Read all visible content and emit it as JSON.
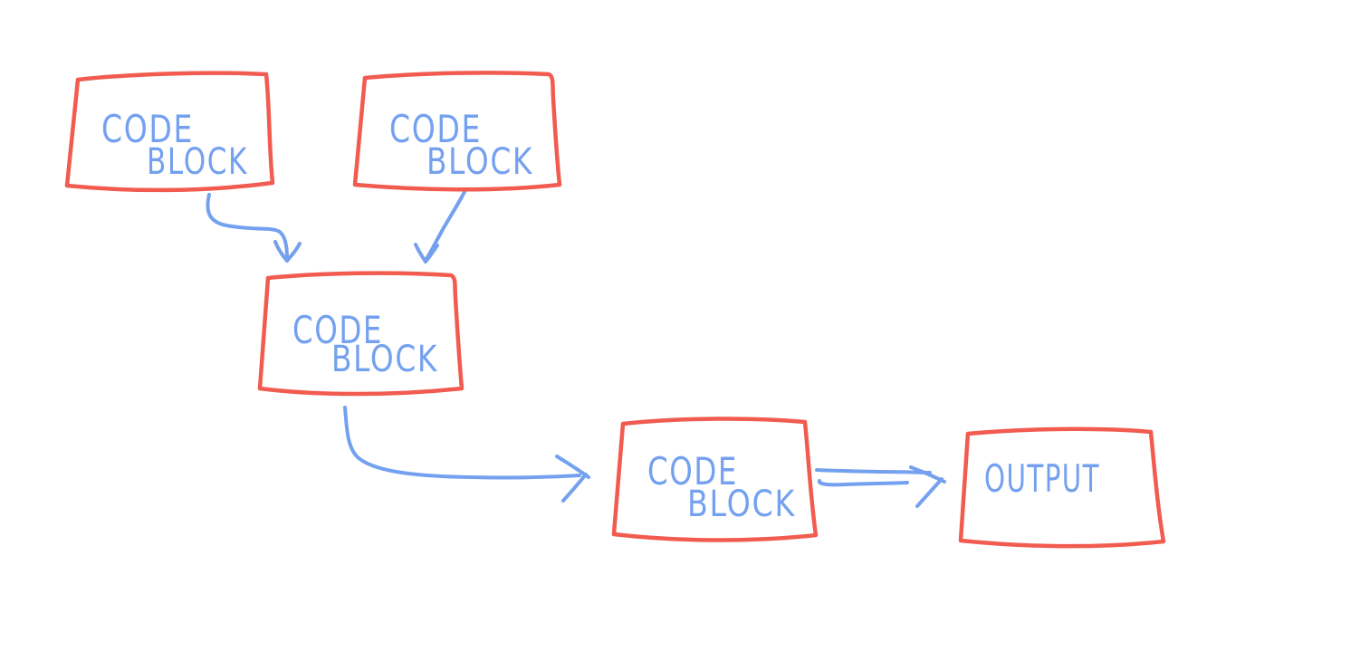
{
  "diagram": {
    "background_color": "#ffffff",
    "sketch_stroke_color": "#f15b50",
    "ink_color": "#74a1ef",
    "nodes": [
      {
        "id": "code-block-top-left",
        "line1": "CODE",
        "line2": "BLOCK"
      },
      {
        "id": "code-block-top-right",
        "line1": "CODE",
        "line2": "BLOCK"
      },
      {
        "id": "code-block-middle",
        "line1": "CODE",
        "line2": "BLOCK"
      },
      {
        "id": "code-block-pre-output",
        "line1": "CODE",
        "line2": "BLOCK"
      },
      {
        "id": "output",
        "line1": "OUTPUT"
      }
    ],
    "edges": [
      {
        "from": "code-block-top-left",
        "to": "code-block-middle",
        "type": "curved-arrow"
      },
      {
        "from": "code-block-top-right",
        "to": "code-block-middle",
        "type": "curved-arrow"
      },
      {
        "from": "code-block-middle",
        "to": "code-block-pre-output",
        "type": "curved-arrow"
      },
      {
        "from": "code-block-pre-output",
        "to": "output",
        "type": "double-arrow"
      }
    ]
  }
}
